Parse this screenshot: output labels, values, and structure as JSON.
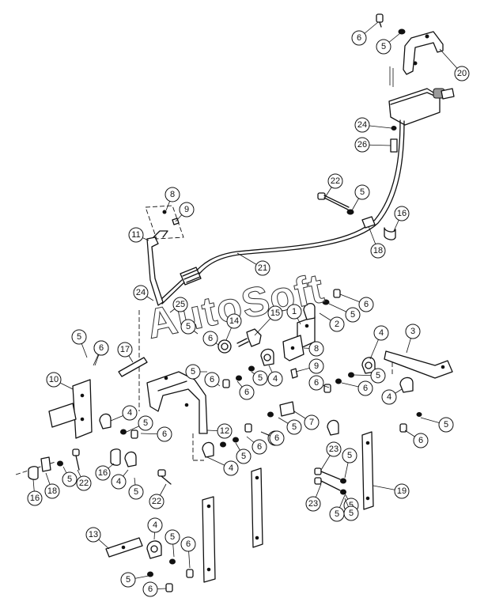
{
  "watermark": "AutoSoft",
  "callouts": [
    {
      "label": "6"
    },
    {
      "label": "5"
    },
    {
      "label": "20"
    },
    {
      "label": "24"
    },
    {
      "label": "26"
    },
    {
      "label": "22"
    },
    {
      "label": "5"
    },
    {
      "label": "16"
    },
    {
      "label": "18"
    },
    {
      "label": "8"
    },
    {
      "label": "9"
    },
    {
      "label": "11"
    },
    {
      "label": "21"
    },
    {
      "label": "24"
    },
    {
      "label": "25"
    },
    {
      "label": "6"
    },
    {
      "label": "5"
    },
    {
      "label": "14"
    },
    {
      "label": "15"
    },
    {
      "label": "1"
    },
    {
      "label": "2"
    },
    {
      "label": "5"
    },
    {
      "label": "6"
    },
    {
      "label": "5"
    },
    {
      "label": "6"
    },
    {
      "label": "17"
    },
    {
      "label": "6"
    },
    {
      "label": "8"
    },
    {
      "label": "9"
    },
    {
      "label": "4"
    },
    {
      "label": "3"
    },
    {
      "label": "10"
    },
    {
      "label": "5"
    },
    {
      "label": "6"
    },
    {
      "label": "6"
    },
    {
      "label": "5"
    },
    {
      "label": "4"
    },
    {
      "label": "6"
    },
    {
      "label": "5"
    },
    {
      "label": "6"
    },
    {
      "label": "4"
    },
    {
      "label": "5"
    },
    {
      "label": "4"
    },
    {
      "label": "6"
    },
    {
      "label": "7"
    },
    {
      "label": "5"
    },
    {
      "label": "6"
    },
    {
      "label": "12"
    },
    {
      "label": "4"
    },
    {
      "label": "5"
    },
    {
      "label": "6"
    },
    {
      "label": "5"
    },
    {
      "label": "6"
    },
    {
      "label": "6"
    },
    {
      "label": "22"
    },
    {
      "label": "5"
    },
    {
      "label": "16"
    },
    {
      "label": "4"
    },
    {
      "label": "5"
    },
    {
      "label": "22"
    },
    {
      "label": "16"
    },
    {
      "label": "18"
    },
    {
      "label": "23"
    },
    {
      "label": "5"
    },
    {
      "label": "23"
    },
    {
      "label": "5"
    },
    {
      "label": "19"
    },
    {
      "label": "13"
    },
    {
      "label": "4"
    },
    {
      "label": "5"
    },
    {
      "label": "6"
    },
    {
      "label": "5"
    },
    {
      "label": "6"
    },
    {
      "label": "5"
    },
    {
      "label": "5"
    }
  ]
}
